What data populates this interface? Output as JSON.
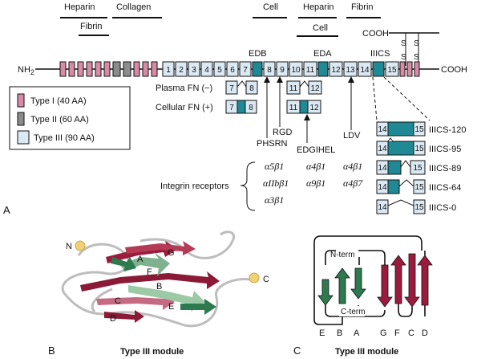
{
  "panel_a": {
    "letter": "A",
    "binding_regions": {
      "heparin_left": "Heparin",
      "collagen": "Collagen",
      "fibrin_left": "Fibrin",
      "cell_top": "Cell",
      "heparin_right": "Heparin",
      "cell_mid": "Cell",
      "fibrin_right": "Fibrin"
    },
    "termini": {
      "nh2": "NH",
      "nh2_sub": "2",
      "cooh_chain": "COOH",
      "cooh_top": "COOH"
    },
    "disulfide": [
      "S",
      "S",
      "S",
      "S"
    ],
    "type3_numbers": [
      "1",
      "2",
      "3",
      "4",
      "5",
      "6",
      "7",
      "8",
      "9",
      "10",
      "11",
      "12",
      "13",
      "14",
      "15"
    ],
    "domains": {
      "edb": "EDB",
      "eda": "EDA",
      "iiics": "IIICS"
    },
    "isoforms": {
      "plasma": "Plasma FN (−)",
      "cellular": "Cellular FN (+)",
      "n7": "7",
      "n8": "8",
      "n11": "11",
      "n12": "12"
    },
    "motifs": {
      "phsrn": "PHSRN",
      "rgd": "RGD",
      "edgihel": "EDGIHEL",
      "ldv": "LDV"
    },
    "legend": {
      "type1": "Type I (40 AA)",
      "type2": "Type II (60 AA)",
      "type3": "Type III (90 AA)",
      "colors": {
        "type1": "#d98aa6",
        "type2": "#8c8c8c",
        "type3": "#dbe9f4",
        "alt": "#1f8a96"
      }
    },
    "integrin_title": "Integrin receptors",
    "integrins": {
      "a5b1": "α5β1",
      "a4b1_a": "α4β1",
      "a4b1_b": "α4β1",
      "aiibb1": "αIIbβ1",
      "a9b1": "α9β1",
      "a4b7": "α4β7",
      "a3b1": "α3β1"
    },
    "iiics_variants": {
      "n14": "14",
      "n15": "15",
      "names": [
        "IIICS-120",
        "IIICS-95",
        "IIICS-89",
        "IIICS-64",
        "IIICS-0"
      ]
    }
  },
  "panel_b": {
    "letter": "B",
    "caption": "Type III module",
    "labels": {
      "n": "N",
      "c": "C",
      "a": "A",
      "b": "B",
      "c_strand": "C",
      "d": "D",
      "e": "E",
      "f": "F",
      "g": "G"
    },
    "colors": {
      "sheet1": "#9b1b3c",
      "sheet2": "#2e7a4f",
      "loop": "#bdbdbd",
      "terminus": "#f0d178"
    }
  },
  "panel_c": {
    "letter": "C",
    "caption": "Type III module",
    "n_term": "N-term",
    "c_term": "C-term",
    "strands": [
      "E",
      "B",
      "A",
      "G",
      "F",
      "C",
      "D"
    ]
  }
}
